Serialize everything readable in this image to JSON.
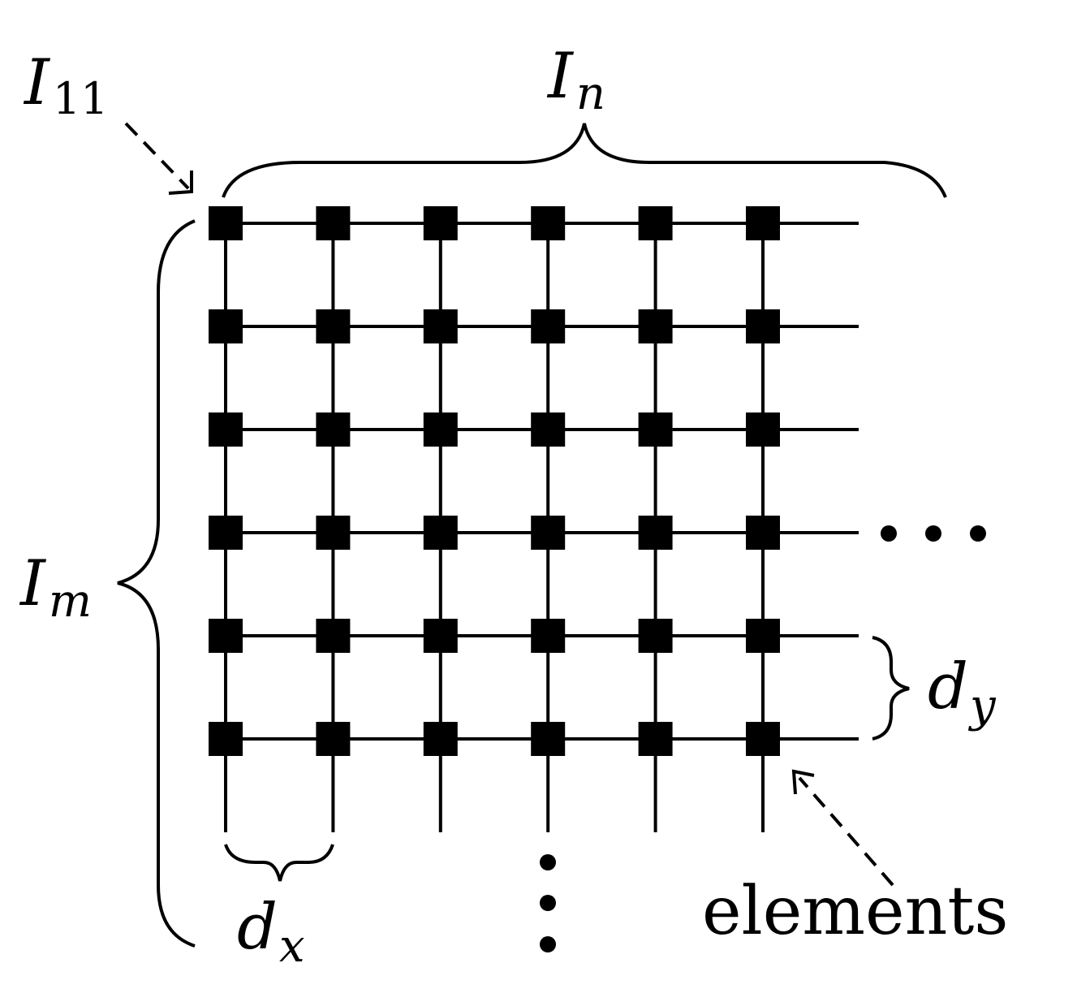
{
  "labels": {
    "i11": {
      "main": "I",
      "sub": "11"
    },
    "in": {
      "main": "I",
      "sub": "n"
    },
    "im": {
      "main": "I",
      "sub": "m"
    },
    "dx": {
      "main": "d",
      "sub": "x"
    },
    "dy": {
      "main": "d",
      "sub": "y"
    },
    "elements": "elements",
    "h_ellipsis": "• • •"
  },
  "grid": {
    "rows": 6,
    "cols": 6
  },
  "colors": {
    "stroke": "#000000",
    "element": "#000000",
    "background": "#ffffff"
  }
}
